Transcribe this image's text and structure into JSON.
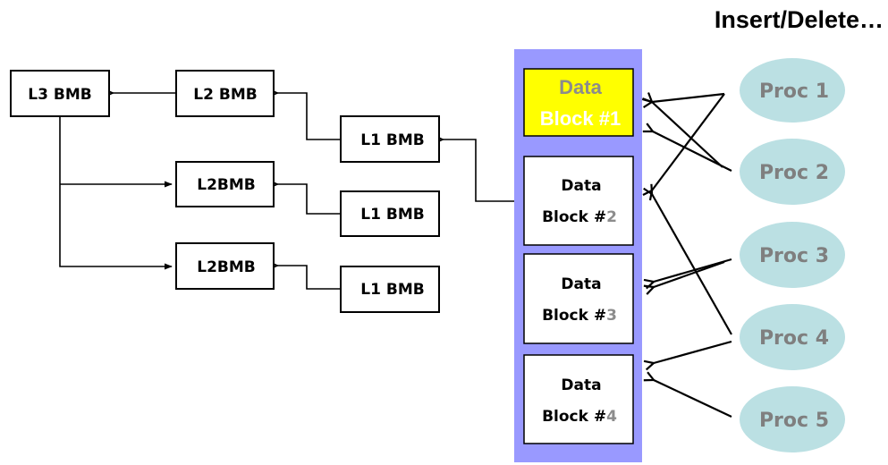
{
  "title": "Insert/Delete…",
  "colors": {
    "panel": "#9999ff",
    "highlight_block": "#ffff00",
    "proc_fill": "#bbe0e3",
    "proc_text": "#7f7f7f",
    "grey_digit": "#8c8c8c",
    "white_text": "#ffffff"
  },
  "hierarchy": {
    "l3": {
      "label": "L3 BMB"
    },
    "l2": [
      {
        "label": "L2 BMB"
      },
      {
        "label": "L2BMB"
      },
      {
        "label": "L2BMB"
      }
    ],
    "l1": [
      {
        "label": "L1 BMB"
      },
      {
        "label": "L1 BMB"
      },
      {
        "label": "L1 BMB"
      }
    ]
  },
  "data_blocks": [
    {
      "line1": "Data",
      "line2_prefix": "Block #",
      "number": "1",
      "highlighted": true
    },
    {
      "line1": "Data",
      "line2_prefix": "Block #",
      "number": "2",
      "highlighted": false
    },
    {
      "line1": "Data",
      "line2_prefix": "Block #",
      "number": "3",
      "highlighted": false
    },
    {
      "line1": "Data",
      "line2_prefix": "Block #",
      "number": "4",
      "highlighted": false
    }
  ],
  "procs": [
    {
      "label": "Proc 1",
      "targets": [
        "Data Block #1",
        "Data Block #2"
      ]
    },
    {
      "label": "Proc 2",
      "targets": [
        "Data Block #1",
        "Data Block #1"
      ]
    },
    {
      "label": "Proc 3",
      "targets": [
        "Data Block #3",
        "Data Block #3"
      ]
    },
    {
      "label": "Proc 4",
      "targets": [
        "Data Block #2",
        "Data Block #4"
      ]
    },
    {
      "label": "Proc 5",
      "targets": [
        "Data Block #4"
      ]
    }
  ],
  "connections": [
    {
      "from": "L2 BMB",
      "to": "L3 BMB"
    },
    {
      "from": "L3 BMB",
      "to": "L2BMB (2)"
    },
    {
      "from": "L3 BMB",
      "to": "L2BMB (3)"
    },
    {
      "from": "L1 BMB (1)",
      "to": "L2 BMB"
    },
    {
      "from": "L1 BMB (2)",
      "to": "L2BMB (2)"
    },
    {
      "from": "L1 BMB (3)",
      "to": "L2BMB (3)"
    },
    {
      "from": "Data Block #2",
      "to": "L1 BMB (1)"
    }
  ]
}
